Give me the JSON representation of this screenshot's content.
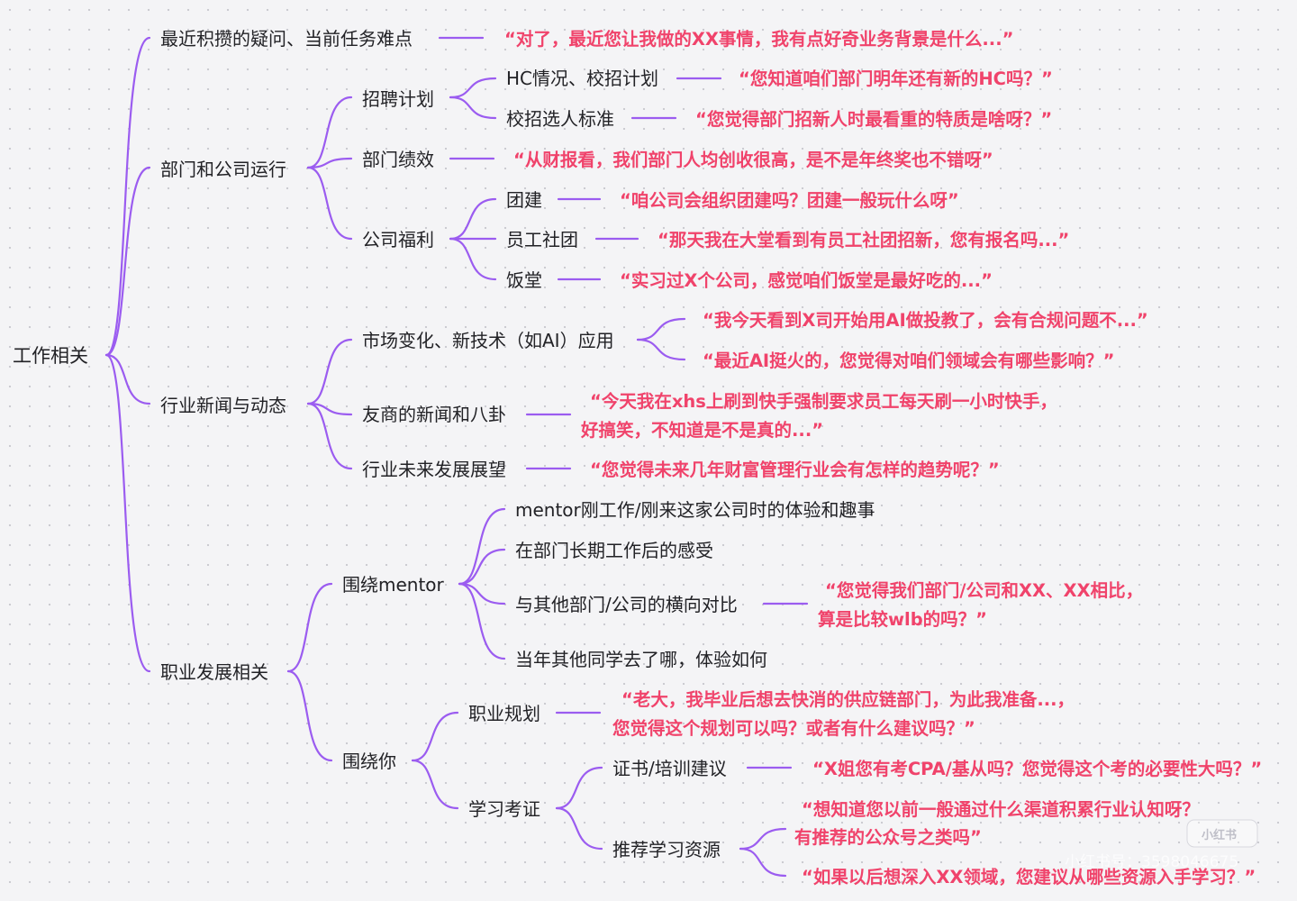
{
  "theme": {
    "branch_color": "#9b5cf0",
    "quote_color": "#f0436b",
    "text_color": "#222226"
  },
  "root": "工作相关",
  "l1": {
    "n1": "最近积攒的疑问、当前任务难点",
    "n2": "部门和公司运行",
    "n3": "行业新闻与动态",
    "n4": "职业发展相关"
  },
  "dept": {
    "hire": "招聘计划",
    "hc": "HC情况、校招计划",
    "std": "校招选人标准",
    "perf": "部门绩效",
    "welfare": "公司福利",
    "team": "团建",
    "club": "员工社团",
    "canteen": "饭堂"
  },
  "industry": {
    "market": "市场变化、新技术（如AI）应用",
    "rival": "友商的新闻和八卦",
    "future": "行业未来发展展望"
  },
  "career": {
    "mentor": "围绕mentor",
    "m1": "mentor刚工作/刚来这家公司时的体验和趣事",
    "m2": "在部门长期工作后的感受",
    "m3": "与其他部门/公司的横向对比",
    "m4": "当年其他同学去了哪，体验如何",
    "you": "围绕你",
    "plan": "职业规划",
    "study": "学习考证",
    "cert": "证书/培训建议",
    "res": "推荐学习资源"
  },
  "quotes": {
    "q1": "“对了，最近您让我做的XX事情，我有点好奇业务背景是什么...”",
    "q_hc": "“您知道咱们部门明年还有新的HC吗？”",
    "q_std": "“您觉得部门招新人时最看重的特质是啥呀？”",
    "q_perf": "“从财报看，我们部门人均创收很高，是不是年终奖也不错呀”",
    "q_team": "“咱公司会组织团建吗？团建一般玩什么呀”",
    "q_club": "“那天我在大堂看到有员工社团招新，您有报名吗...”",
    "q_canteen": "“实习过X个公司，感觉咱们饭堂是最好吃的...”",
    "q_ai1": "“我今天看到X司开始用AI做投教了，会有合规问题不...”",
    "q_ai2": "“最近AI挺火的，您觉得对咱们领域会有哪些影响？”",
    "q_rival1": "“今天我在xhs上刷到快手强制要求员工每天刷一小时快手，",
    "q_rival2": "好搞笑，不知道是不是真的...”",
    "q_future": "“您觉得未来几年财富管理行业会有怎样的趋势呢？”",
    "q_cmp1": "“您觉得我们部门/公司和XX、XX相比，",
    "q_cmp2": "算是比较wlb的吗？”",
    "q_plan1": "“老大，我毕业后想去快消的供应链部门，为此我准备...，",
    "q_plan2": "您觉得这个规划可以吗？或者有什么建议吗？”",
    "q_cert": "“X姐您有考CPA/基从吗？您觉得这个考的必要性大吗？”",
    "q_res1": "“想知道您以前一般通过什么渠道积累行业认知呀？",
    "q_res2": "有推荐的公众号之类吗”",
    "q_res3": "“如果以后想深入XX领域，您建议从哪些资源入手学习？”"
  },
  "watermark": {
    "badge": "小红书",
    "text": "小红书号：3598046675"
  }
}
